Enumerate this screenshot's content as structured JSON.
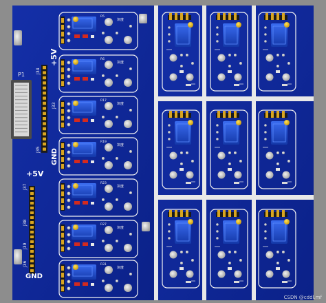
{
  "colors": {
    "background": "#8d8d8d",
    "board": "#10299a",
    "board_dark": "#0a1e78",
    "silkscreen": "#f2f2f2",
    "pad": "#c9c9c9",
    "potentiometer": "#1d4fd6",
    "knob": "#f0c417",
    "resistor": "#d42a1e",
    "header_plastic": "#1a1a1a",
    "header_pin": "#d9a521",
    "cutout": "#ececec"
  },
  "labels": {
    "p1": "P1",
    "plus5v_top": "+5V",
    "plus5v_left": "+5V",
    "gnd_top": "GND",
    "gnd_bottom": "GND",
    "j33": "J33",
    "j34": "J34",
    "j35": "J35",
    "j36": "J36",
    "j37": "J37",
    "j38": "J38",
    "j39": "J39",
    "watermark": "CSDN @cddl.mf"
  },
  "left_modules": [
    {
      "ref": "R5",
      "text": "灰度"
    },
    {
      "ref": "R6",
      "text": "灰度"
    },
    {
      "ref": "R17",
      "text": "灰度"
    },
    {
      "ref": "R19",
      "text": "灰度"
    },
    {
      "ref": "R23",
      "text": "灰度"
    },
    {
      "ref": "R27",
      "text": "灰度"
    },
    {
      "ref": "R31",
      "text": "灰度"
    }
  ],
  "right_modules_count": 9,
  "icons": {
    "module": "sensor-module-icon",
    "potentiometer": "trimmer-potentiometer-icon",
    "header": "pin-header-icon"
  }
}
